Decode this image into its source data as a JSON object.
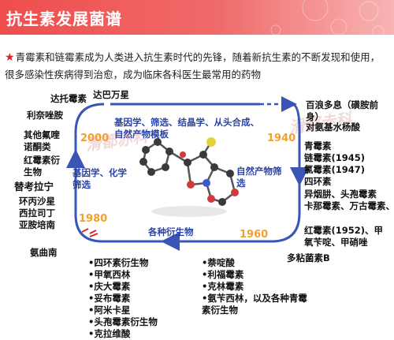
{
  "header": {
    "title": "抗生素发展菌谱"
  },
  "intro": {
    "star": "★",
    "text": "青霉素和链霉素成为人类进入抗生素时代的先锋，随着新抗生素的不断发现和使用，很多感染性疾病得到治愈，成为临床各科医生最常用的药物"
  },
  "watermark": {
    "left": "滑都赤科",
    "right": "滑都赤科"
  },
  "years": {
    "y2000": "2000",
    "y1940": "1940",
    "y1980": "1980",
    "y1960": "1960"
  },
  "phases": {
    "top": "基因学、筛选、结晶学、从头合成、自然产物模板",
    "left": "基因学、化学筛选",
    "right": "自然产物筛选",
    "bottom": "各种衍生物"
  },
  "drugs": {
    "daptomycin": "达托霉素",
    "tigecycline": "达巴万星",
    "linezolid": "利奈唑胺",
    "fluoroquinolone": "其他氟喹诺酮类",
    "erythro_deriv": "红霉素衍生物",
    "telithromycin": "替考拉宁",
    "cyclic": "环丙沙星",
    "cilastatin": "西拉司丁",
    "aztreonam": "亚胺培南",
    "amoxicillin": "氨曲南",
    "prontosil": "百浪多息（磺胺前身）",
    "paba": "对氨基水杨酸",
    "penicillin": "青霉素",
    "streptomycin": "链霉素(1945)",
    "chloramphenicol": "氯霉素(1947)",
    "tetracycline": "四环素",
    "isoniazid": "异烟肼、头孢霉素",
    "kanamycin": "卡那霉素、万古霉素、",
    "erythromycin": "红霉素(1952)、甲氧苄啶、甲硝唑",
    "polymyxin": "多粘菌素B"
  },
  "bottom_left_list": [
    "•四环素衍生物",
    "•甲氧西林",
    "•庆大霉素",
    "•妥布霉素",
    "•阿米卡星",
    "•头孢霉素衍生物",
    "•克拉维酸"
  ],
  "bottom_right_list": [
    "•萘啶酸",
    "•利福霉素",
    "•克林霉素",
    "•氨苄西林，以及各种青霉素衍生物"
  ],
  "colors": {
    "title_bg": "#ef4d4d",
    "phase_text": "#2b44a8",
    "year_text": "#f3a02c",
    "cycle_line": "#3a55b5"
  }
}
